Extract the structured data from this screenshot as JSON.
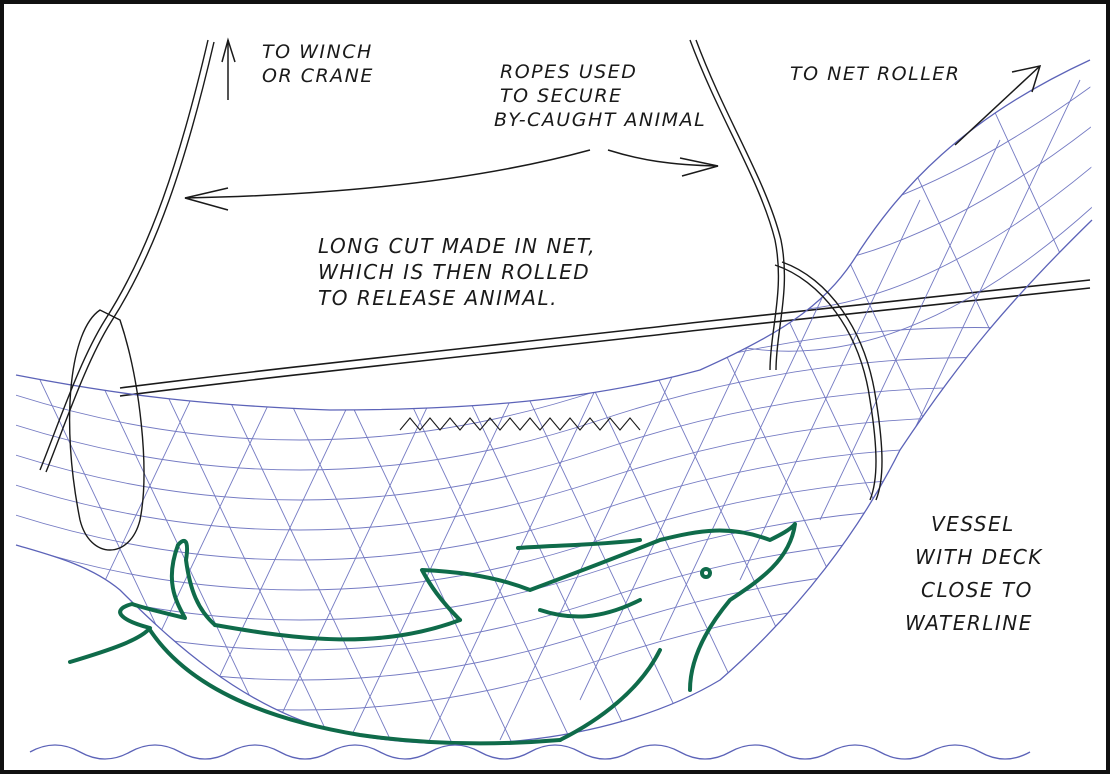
{
  "labels": {
    "winch": [
      "TO WINCH",
      "OR CRANE"
    ],
    "ropes": [
      "ROPES USED",
      "TO SECURE",
      "BY-CAUGHT ANIMAL"
    ],
    "net_roller": "TO NET ROLLER",
    "cut": [
      "LONG CUT MADE IN NET,",
      "WHICH IS THEN ROLLED",
      "TO RELEASE ANIMAL."
    ],
    "vessel": [
      "VESSEL",
      "WITH DECK",
      "CLOSE TO",
      "WATERLINE"
    ]
  },
  "colors": {
    "ink": "#1a1a1a",
    "net": "#5c63b8",
    "dolphin": "#0f6b4a",
    "water": "#5c63b8"
  }
}
